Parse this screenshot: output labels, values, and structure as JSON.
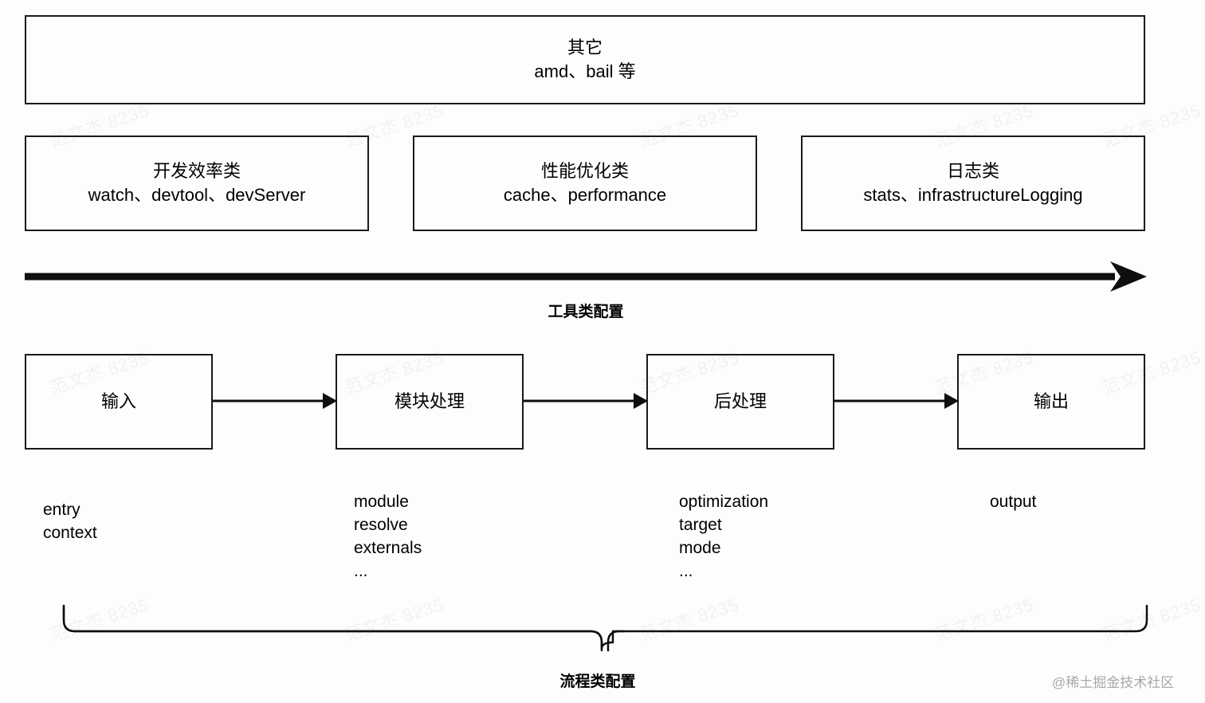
{
  "diagram": {
    "title_hidden": "",
    "top_box": {
      "title": "其它",
      "items": "amd、bail 等"
    },
    "category_boxes": [
      {
        "title": "开发效率类",
        "items": "watch、devtool、devServer"
      },
      {
        "title": "性能优化类",
        "items": "cache、performance"
      },
      {
        "title": "日志类",
        "items": "stats、infrastructureLogging"
      }
    ],
    "tool_arrow": {
      "label": "工具类配置",
      "direction": "right"
    },
    "flow_boxes": [
      {
        "label": "输入"
      },
      {
        "label": "模块处理"
      },
      {
        "label": "后处理"
      },
      {
        "label": "输出"
      }
    ],
    "flow_captions": [
      {
        "lines": [
          "entry",
          "context"
        ]
      },
      {
        "lines": [
          "module",
          "resolve",
          "externals",
          "..."
        ]
      },
      {
        "lines": [
          "optimization",
          "target",
          "mode",
          "..."
        ]
      },
      {
        "lines": [
          "output"
        ]
      }
    ],
    "brace": {
      "label": "流程类配置"
    },
    "watermark": {
      "text": "范文杰 8235",
      "credit": "@稀土掘金技术社区"
    },
    "colors": {
      "stroke": "#1a1a1a",
      "background": "#fdfdfd",
      "text": "#000000",
      "credit": "#9a9a9a"
    }
  }
}
